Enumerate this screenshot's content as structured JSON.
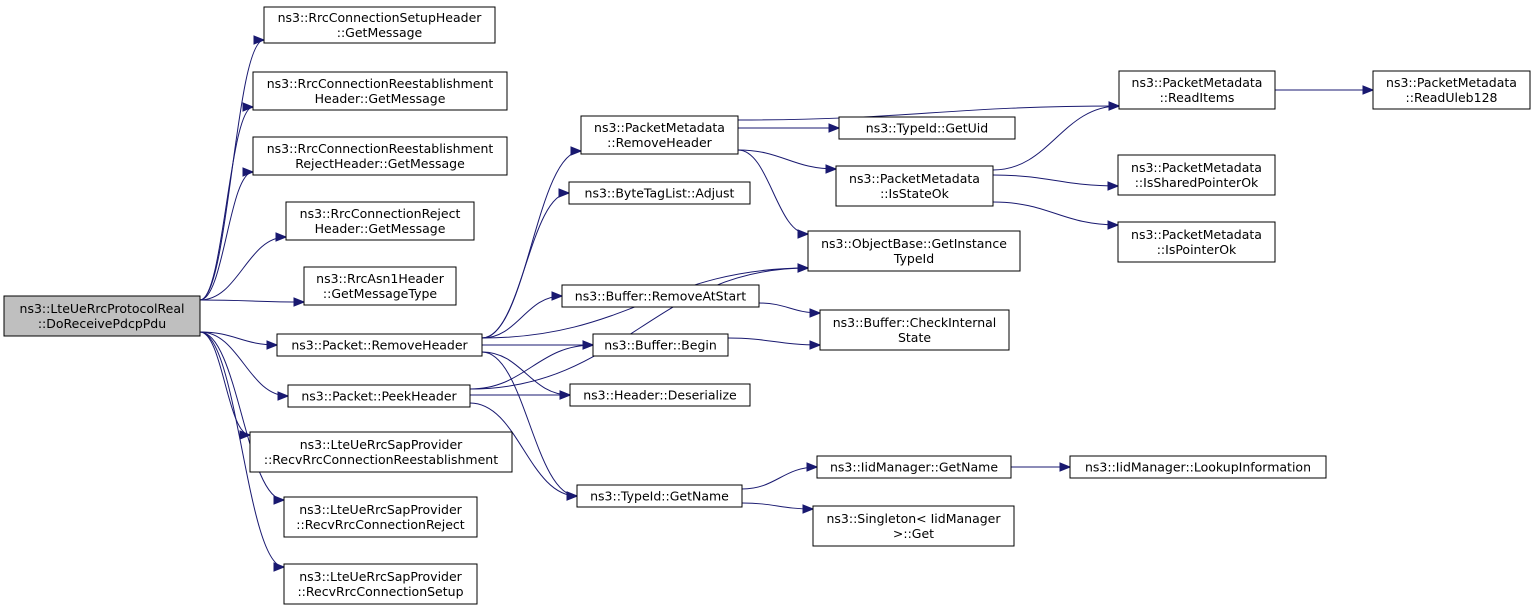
{
  "diagram": {
    "type": "doxygen-call-graph",
    "colors": {
      "edge": "#191970",
      "node_fill": "#ffffff",
      "root_fill": "#bfbfbf",
      "border": "#000000"
    },
    "nodes": [
      {
        "id": "root",
        "lines": [
          "ns3::LteUeRrcProtocolReal",
          "::DoReceivePdcpPdu"
        ],
        "root": true
      },
      {
        "id": "setup_hdr",
        "lines": [
          "ns3::RrcConnectionSetupHeader",
          "::GetMessage"
        ]
      },
      {
        "id": "reest_hdr",
        "lines": [
          "ns3::RrcConnectionReestablishment",
          "Header::GetMessage"
        ]
      },
      {
        "id": "reest_rej",
        "lines": [
          "ns3::RrcConnectionReestablishment",
          "RejectHeader::GetMessage"
        ]
      },
      {
        "id": "reject_hdr",
        "lines": [
          "ns3::RrcConnectionReject",
          "Header::GetMessage"
        ]
      },
      {
        "id": "asn1",
        "lines": [
          "ns3::RrcAsn1Header",
          "::GetMessageType"
        ]
      },
      {
        "id": "pkt_remove",
        "lines": [
          "ns3::Packet::RemoveHeader"
        ]
      },
      {
        "id": "pkt_peek",
        "lines": [
          "ns3::Packet::PeekHeader"
        ]
      },
      {
        "id": "sap_reest",
        "lines": [
          "ns3::LteUeRrcSapProvider",
          "::RecvRrcConnectionReestablishment"
        ]
      },
      {
        "id": "sap_reject",
        "lines": [
          "ns3::LteUeRrcSapProvider",
          "::RecvRrcConnectionReject"
        ]
      },
      {
        "id": "sap_setup",
        "lines": [
          "ns3::LteUeRrcSapProvider",
          "::RecvRrcConnectionSetup"
        ]
      },
      {
        "id": "pm_remove",
        "lines": [
          "ns3::PacketMetadata",
          "::RemoveHeader"
        ]
      },
      {
        "id": "btl_adjust",
        "lines": [
          "ns3::ByteTagList::Adjust"
        ]
      },
      {
        "id": "buf_remove",
        "lines": [
          "ns3::Buffer::RemoveAtStart"
        ]
      },
      {
        "id": "buf_begin",
        "lines": [
          "ns3::Buffer::Begin"
        ]
      },
      {
        "id": "hdr_deser",
        "lines": [
          "ns3::Header::Deserialize"
        ]
      },
      {
        "id": "tid_getname",
        "lines": [
          "ns3::TypeId::GetName"
        ]
      },
      {
        "id": "tid_getuid",
        "lines": [
          "ns3::TypeId::GetUid"
        ]
      },
      {
        "id": "pm_isstate",
        "lines": [
          "ns3::PacketMetadata",
          "::IsStateOk"
        ]
      },
      {
        "id": "ob_getinst",
        "lines": [
          "ns3::ObjectBase::GetInstance",
          "TypeId"
        ]
      },
      {
        "id": "buf_check",
        "lines": [
          "ns3::Buffer::CheckInternal",
          "State"
        ]
      },
      {
        "id": "iid_getname",
        "lines": [
          "ns3::IidManager::GetName"
        ]
      },
      {
        "id": "singleton",
        "lines": [
          "ns3::Singleton< IidManager",
          ">::Get"
        ]
      },
      {
        "id": "pm_readitems",
        "lines": [
          "ns3::PacketMetadata",
          "::ReadItems"
        ]
      },
      {
        "id": "pm_shared",
        "lines": [
          "ns3::PacketMetadata",
          "::IsSharedPointerOk"
        ]
      },
      {
        "id": "pm_pointer",
        "lines": [
          "ns3::PacketMetadata",
          "::IsPointerOk"
        ]
      },
      {
        "id": "pm_uleb",
        "lines": [
          "ns3::PacketMetadata",
          "::ReadUleb128"
        ]
      },
      {
        "id": "iid_lookup",
        "lines": [
          "ns3::IidManager::LookupInformation"
        ]
      }
    ],
    "edges": [
      [
        "root",
        "setup_hdr"
      ],
      [
        "root",
        "reest_hdr"
      ],
      [
        "root",
        "reest_rej"
      ],
      [
        "root",
        "reject_hdr"
      ],
      [
        "root",
        "asn1"
      ],
      [
        "root",
        "pkt_remove"
      ],
      [
        "root",
        "pkt_peek"
      ],
      [
        "root",
        "sap_reest"
      ],
      [
        "root",
        "sap_reject"
      ],
      [
        "root",
        "sap_setup"
      ],
      [
        "pkt_remove",
        "pm_remove"
      ],
      [
        "pkt_remove",
        "btl_adjust"
      ],
      [
        "pkt_remove",
        "ob_getinst"
      ],
      [
        "pkt_remove",
        "buf_remove"
      ],
      [
        "pkt_remove",
        "buf_begin"
      ],
      [
        "pkt_remove",
        "hdr_deser"
      ],
      [
        "pkt_remove",
        "tid_getname"
      ],
      [
        "pkt_peek",
        "buf_begin"
      ],
      [
        "pkt_peek",
        "hdr_deser"
      ],
      [
        "pkt_peek",
        "ob_getinst"
      ],
      [
        "pkt_peek",
        "tid_getname"
      ],
      [
        "pm_remove",
        "pm_readitems"
      ],
      [
        "pm_remove",
        "tid_getuid"
      ],
      [
        "pm_remove",
        "pm_isstate"
      ],
      [
        "pm_remove",
        "ob_getinst"
      ],
      [
        "pm_isstate",
        "pm_readitems"
      ],
      [
        "pm_isstate",
        "pm_shared"
      ],
      [
        "pm_isstate",
        "pm_pointer"
      ],
      [
        "pm_readitems",
        "pm_uleb"
      ],
      [
        "buf_remove",
        "buf_check"
      ],
      [
        "buf_begin",
        "buf_check"
      ],
      [
        "tid_getname",
        "iid_getname"
      ],
      [
        "tid_getname",
        "singleton"
      ],
      [
        "iid_getname",
        "iid_lookup"
      ]
    ]
  }
}
